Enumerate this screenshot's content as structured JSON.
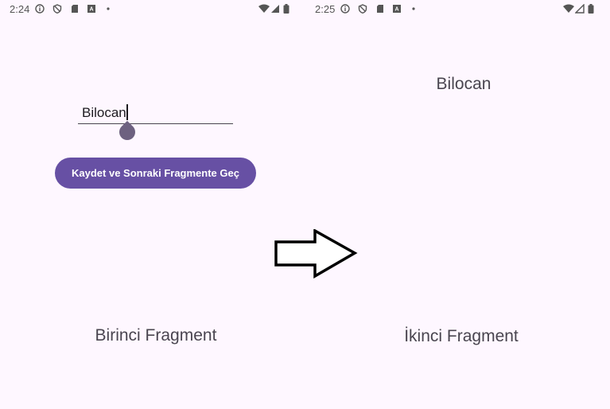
{
  "left": {
    "status_time": "2:24",
    "input_value": "Bilocan",
    "button_label": "Kaydet ve Sonraki Fragmente Geç",
    "fragment_label": "Birinci Fragment"
  },
  "right": {
    "status_time": "2:25",
    "received_text": "Bilocan",
    "fragment_label": "İkinci Fragment"
  },
  "colors": {
    "accent": "#6750a4",
    "background": "#fef7ff"
  }
}
